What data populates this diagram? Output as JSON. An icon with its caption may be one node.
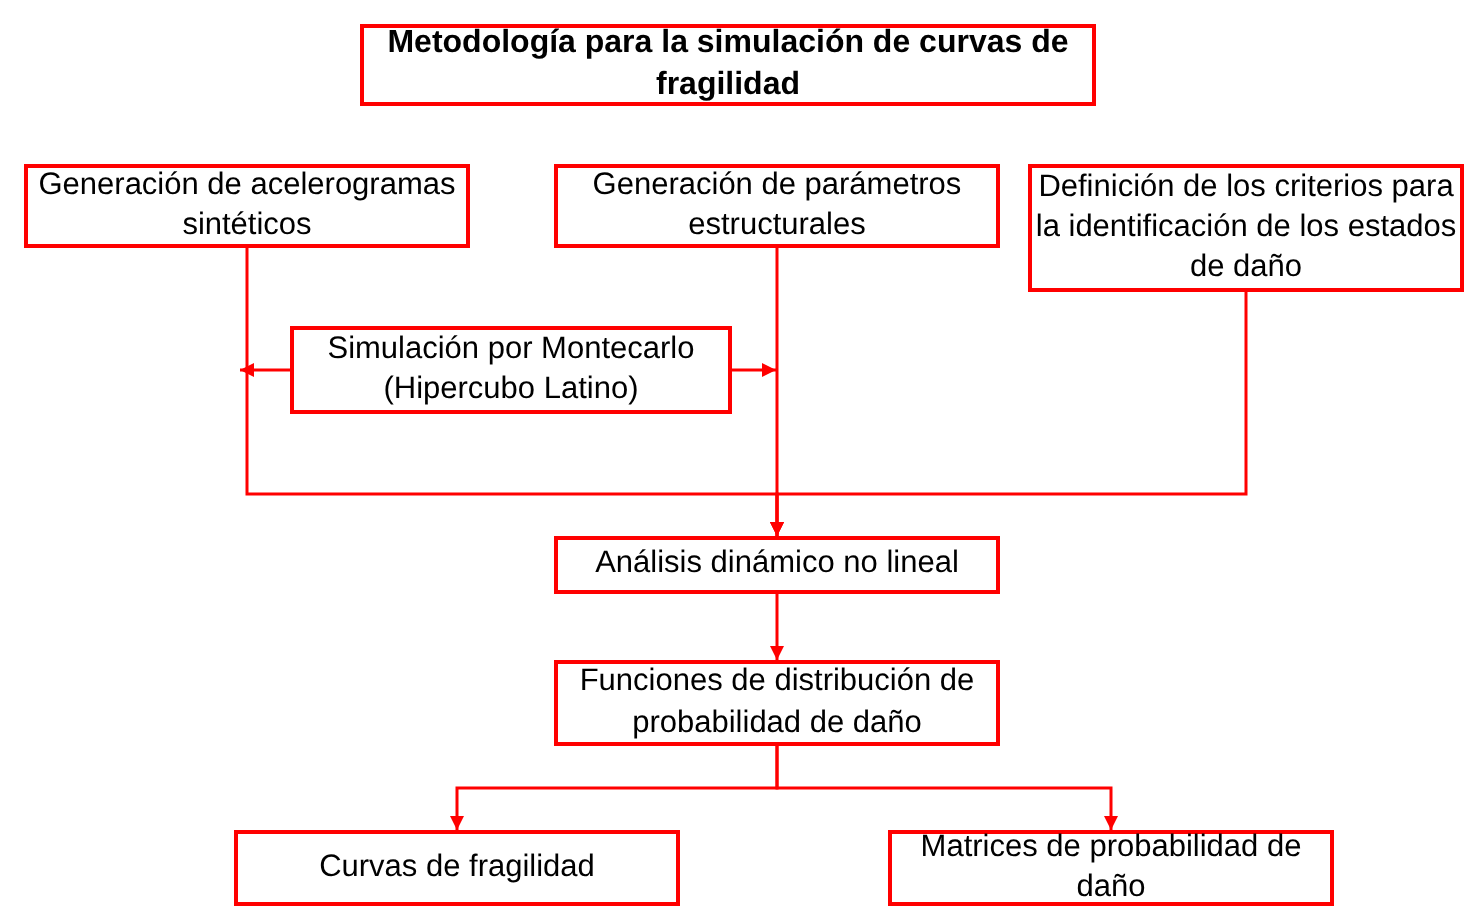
{
  "diagram": {
    "title": "Metodología para la simulación de curvas de fragilidad",
    "nodes": [
      {
        "text": [
          "Generación de acelerogramas sintéticos"
        ]
      },
      {
        "text": [
          "Generación de parámetros estructurales"
        ]
      },
      {
        "text": [
          "Definición de los criterios para la identificación de los estados de daño"
        ]
      },
      {
        "text": [
          "Simulación por Montecarlo (Hipercubo Latino)"
        ]
      },
      {
        "text": [
          "Análisis dinámico no lineal"
        ]
      },
      {
        "text": [
          "Funciones de distribución de probabilidad de daño"
        ]
      },
      {
        "text": [
          "Curvas de fragilidad"
        ]
      },
      {
        "text": [
          "Matrices de probabilidad de daño"
        ]
      }
    ],
    "edges": [
      {
        "from": 0,
        "to": 4,
        "arrow": "to"
      },
      {
        "from": 1,
        "to": 4,
        "arrow": "to"
      },
      {
        "from": 2,
        "to": 4,
        "arrow": "to"
      },
      {
        "from": 3,
        "to": null,
        "arrow": "to"
      },
      {
        "from": 3,
        "to": null,
        "arrow": "to"
      },
      {
        "from": 4,
        "to": 5,
        "arrow": "to"
      },
      {
        "from": 5,
        "to": 6,
        "arrow": "to"
      },
      {
        "from": 5,
        "to": 7,
        "arrow": "to"
      }
    ]
  }
}
